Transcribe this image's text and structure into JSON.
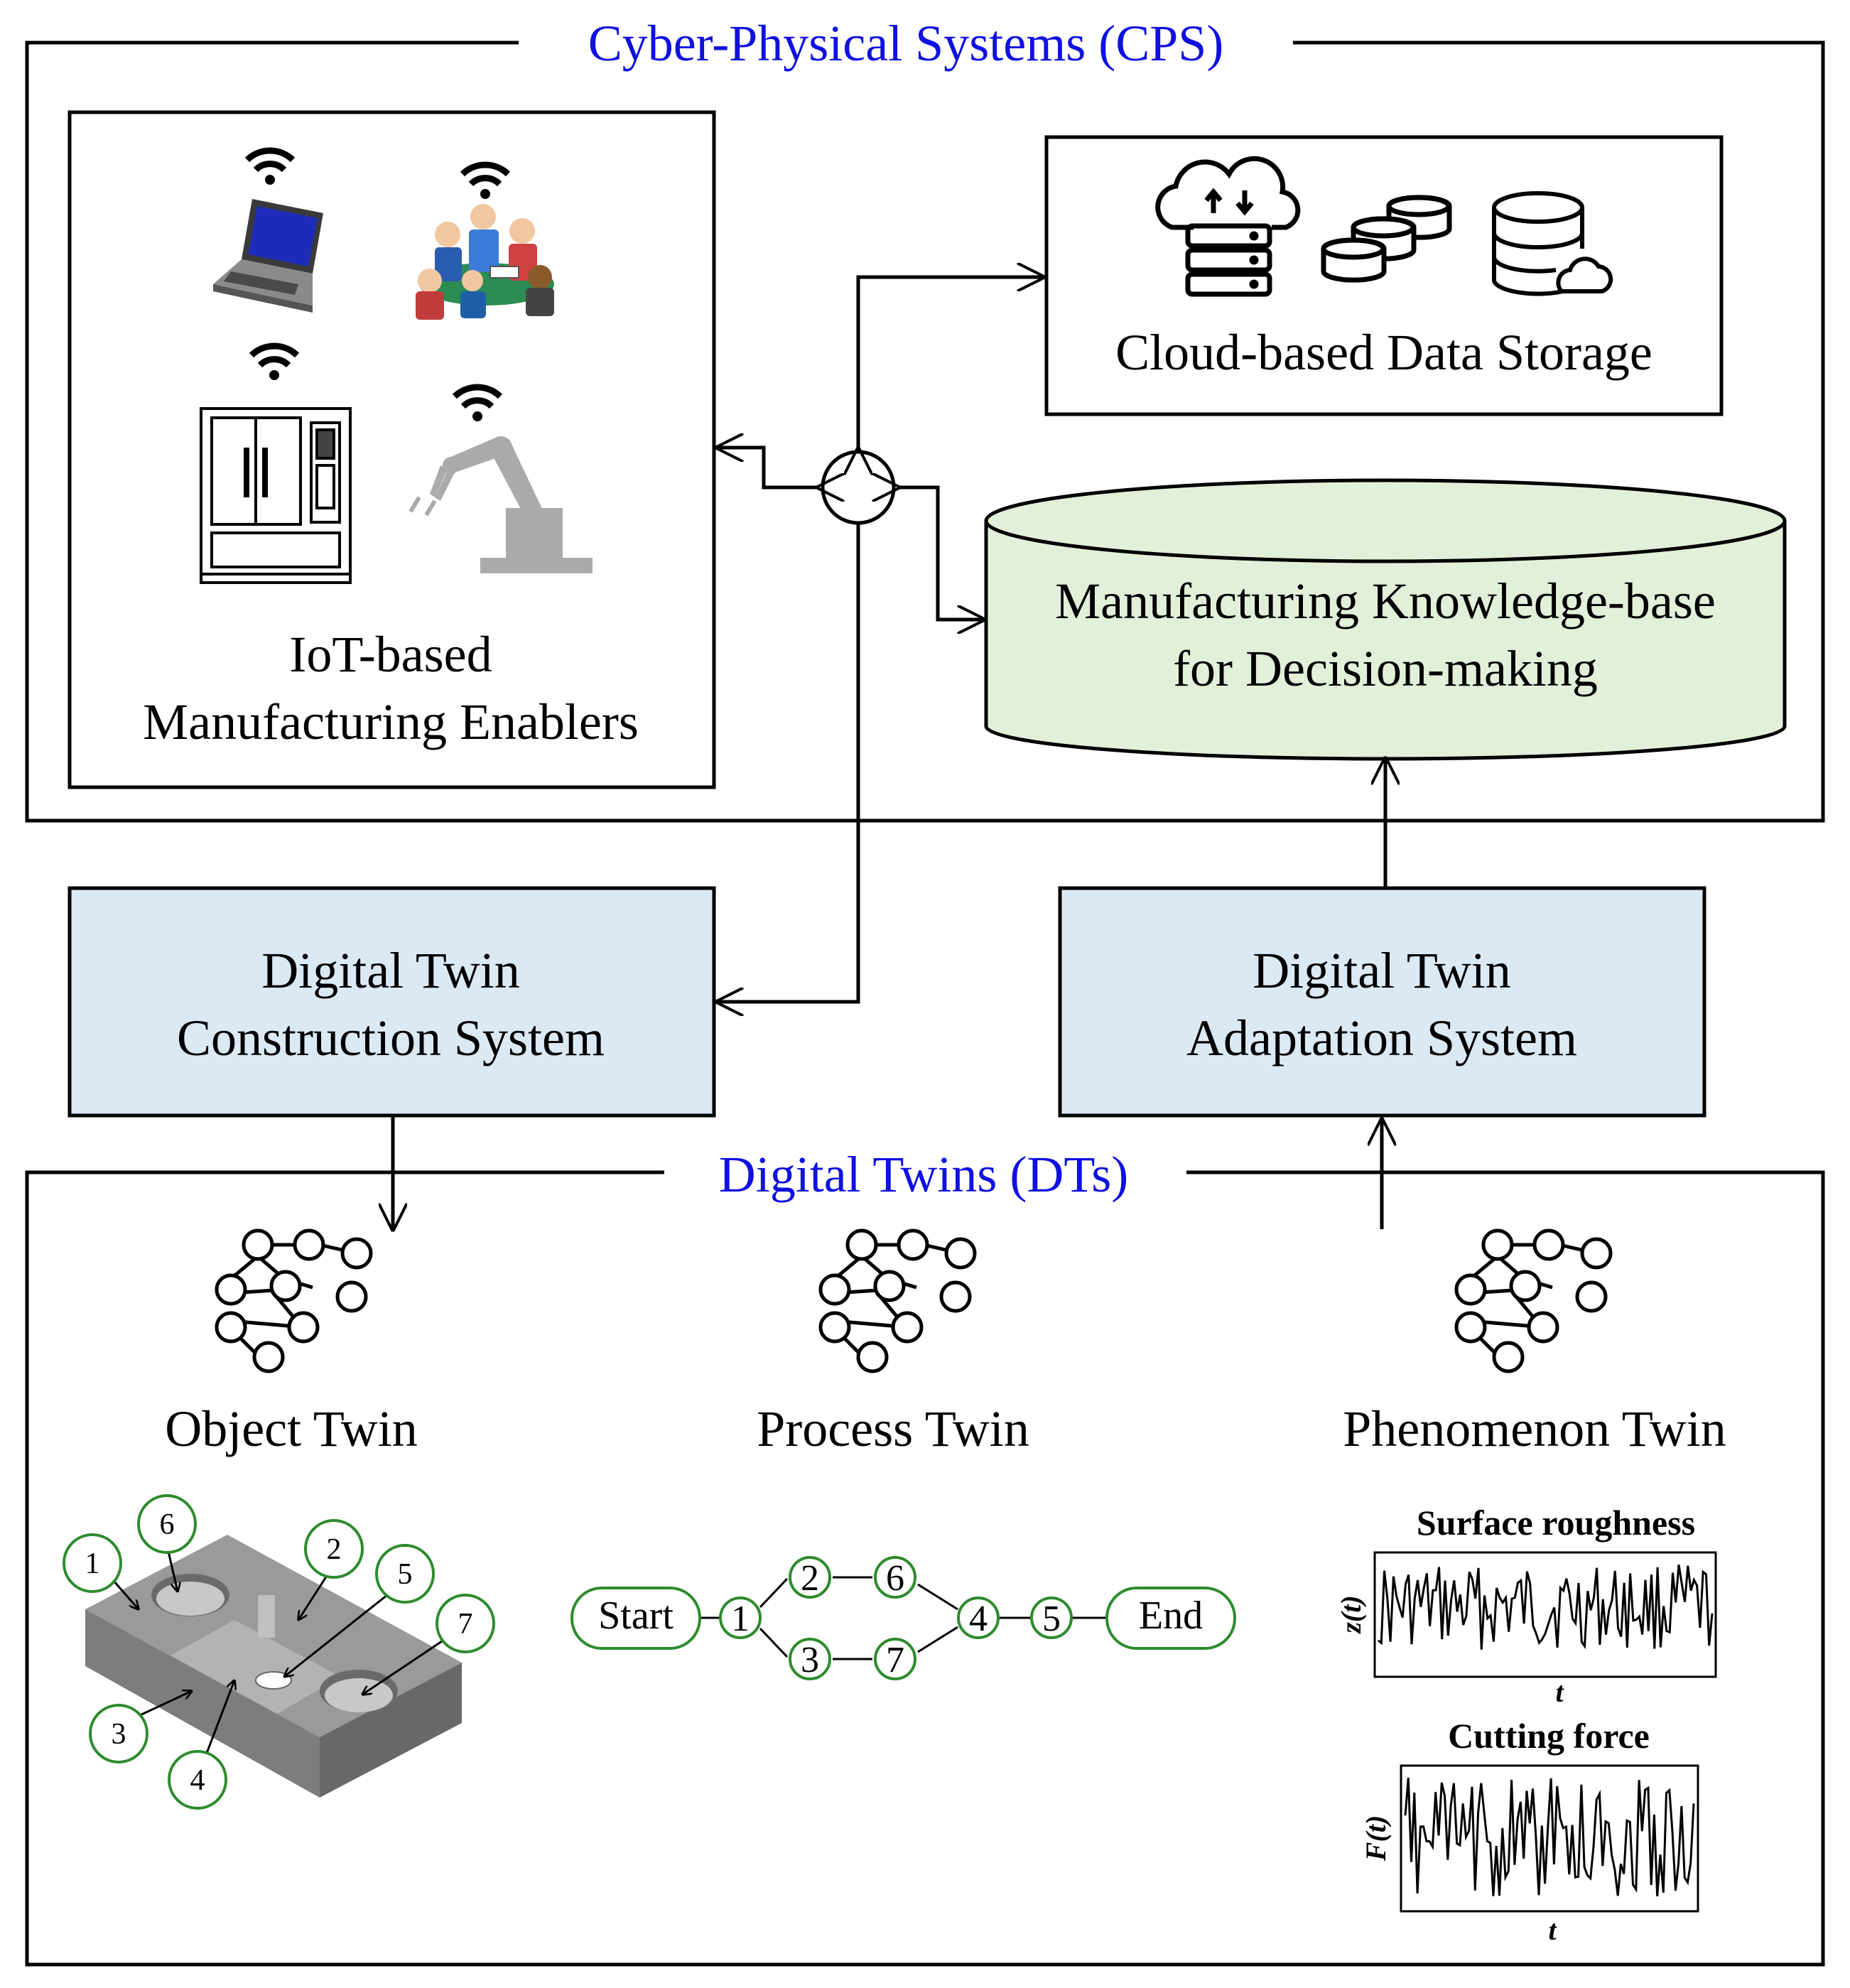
{
  "colors": {
    "heading_blue": "#1010e0",
    "twin_box_fill": "#dbe9f5",
    "knowledge_fill": "#e2f0da",
    "node_green": "#2e8b2e",
    "line": "#000000"
  },
  "cps": {
    "title": "Cyber-Physical Systems (CPS)",
    "iot": {
      "line1": "IoT-based",
      "line2": "Manufacturing Enablers",
      "icons": [
        "laptop-icon",
        "meeting-people-icon",
        "cnc-machine-icon",
        "robot-arm-icon"
      ]
    },
    "cloud": {
      "label": "Cloud-based Data Storage",
      "icons": [
        "cloud-server-icon",
        "database-stack-icon",
        "cloud-database-icon"
      ]
    },
    "knowledge": {
      "line1": "Manufacturing Knowledge-base",
      "line2": "for Decision-making"
    }
  },
  "systems": {
    "construction": {
      "line1": "Digital Twin",
      "line2": "Construction System"
    },
    "adaptation": {
      "line1": "Digital Twin",
      "line2": "Adaptation System"
    }
  },
  "dts": {
    "title": "Digital Twins (DTs)",
    "object_twin": {
      "label": "Object Twin",
      "feature_labels": [
        "1",
        "2",
        "3",
        "4",
        "5",
        "6",
        "7"
      ]
    },
    "process_twin": {
      "label": "Process Twin",
      "start": "Start",
      "end": "End",
      "nodes": [
        "1",
        "2",
        "6",
        "3",
        "7",
        "4",
        "5"
      ]
    },
    "phenomenon_twin": {
      "label": "Phenomenon Twin",
      "plot1": {
        "title": "Surface roughness",
        "ylabel": "z(t)",
        "xlabel": "t"
      },
      "plot2": {
        "title": "Cutting force",
        "ylabel": "F(t)",
        "xlabel": "t"
      }
    }
  }
}
